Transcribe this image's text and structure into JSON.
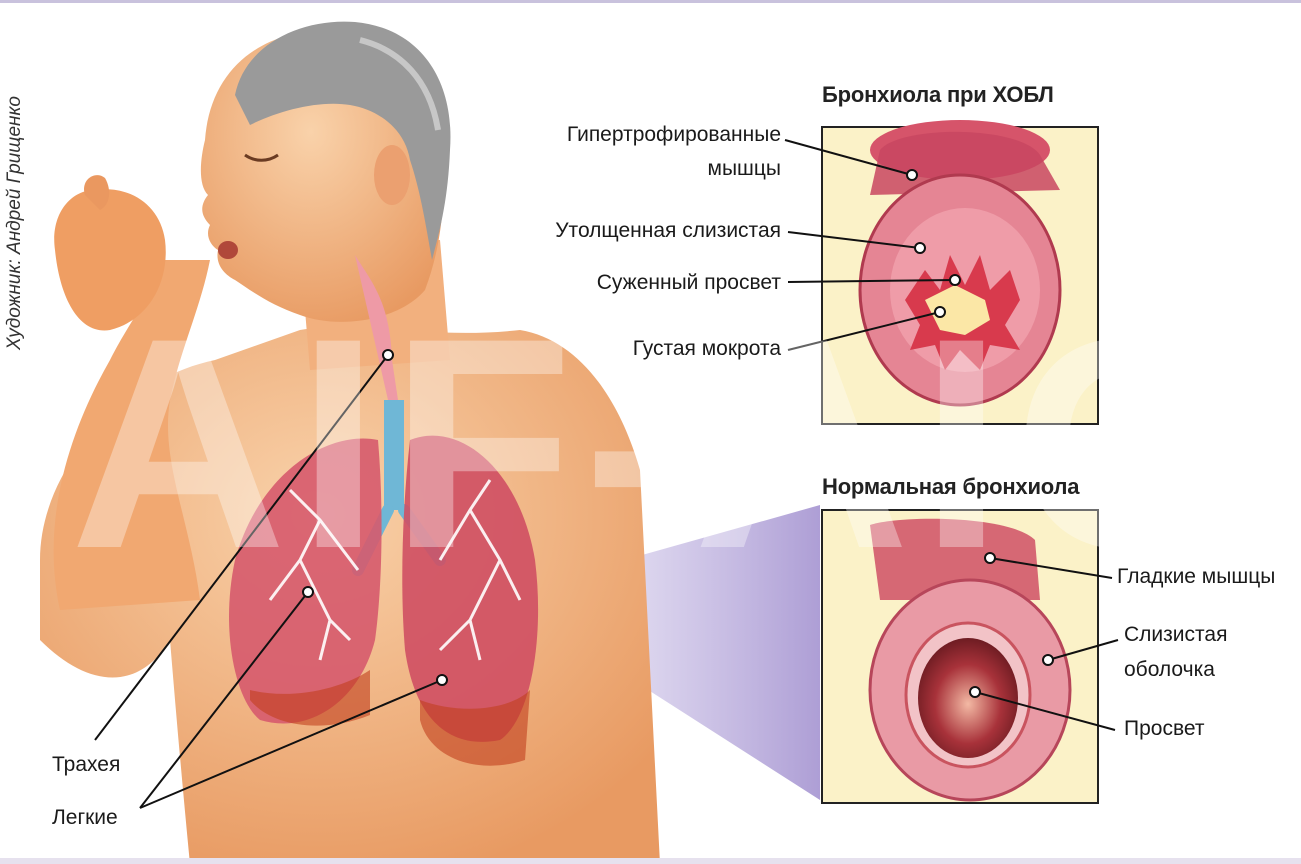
{
  "credit": "Художник: Андрей Грищенко",
  "panels": {
    "copd": {
      "title": "Бронхиола при ХОБЛ",
      "labels": {
        "hypertrophied": [
          "Гипертрофированные",
          "мышцы"
        ],
        "mucosa": "Утолщенная слизистая",
        "lumen": "Суженный просвет",
        "sputum": "Густая мокрота"
      }
    },
    "normal": {
      "title": "Нормальная бронхиола",
      "labels": {
        "smooth_muscle": "Гладкие мышцы",
        "mucous_membrane": [
          "Слизистая",
          "оболочка"
        ],
        "lumen": "Просвет"
      }
    }
  },
  "body_labels": {
    "trachea": "Трахея",
    "lungs": "Легкие"
  },
  "watermark": "AIF-AIO",
  "colors": {
    "skin": "#f4b07c",
    "hair": "#9a9a9a",
    "lung": "#d9566a",
    "trachea": "#6fb7d6",
    "panel_bg": "#fbf2c8",
    "beam": "#7d5fbf"
  }
}
